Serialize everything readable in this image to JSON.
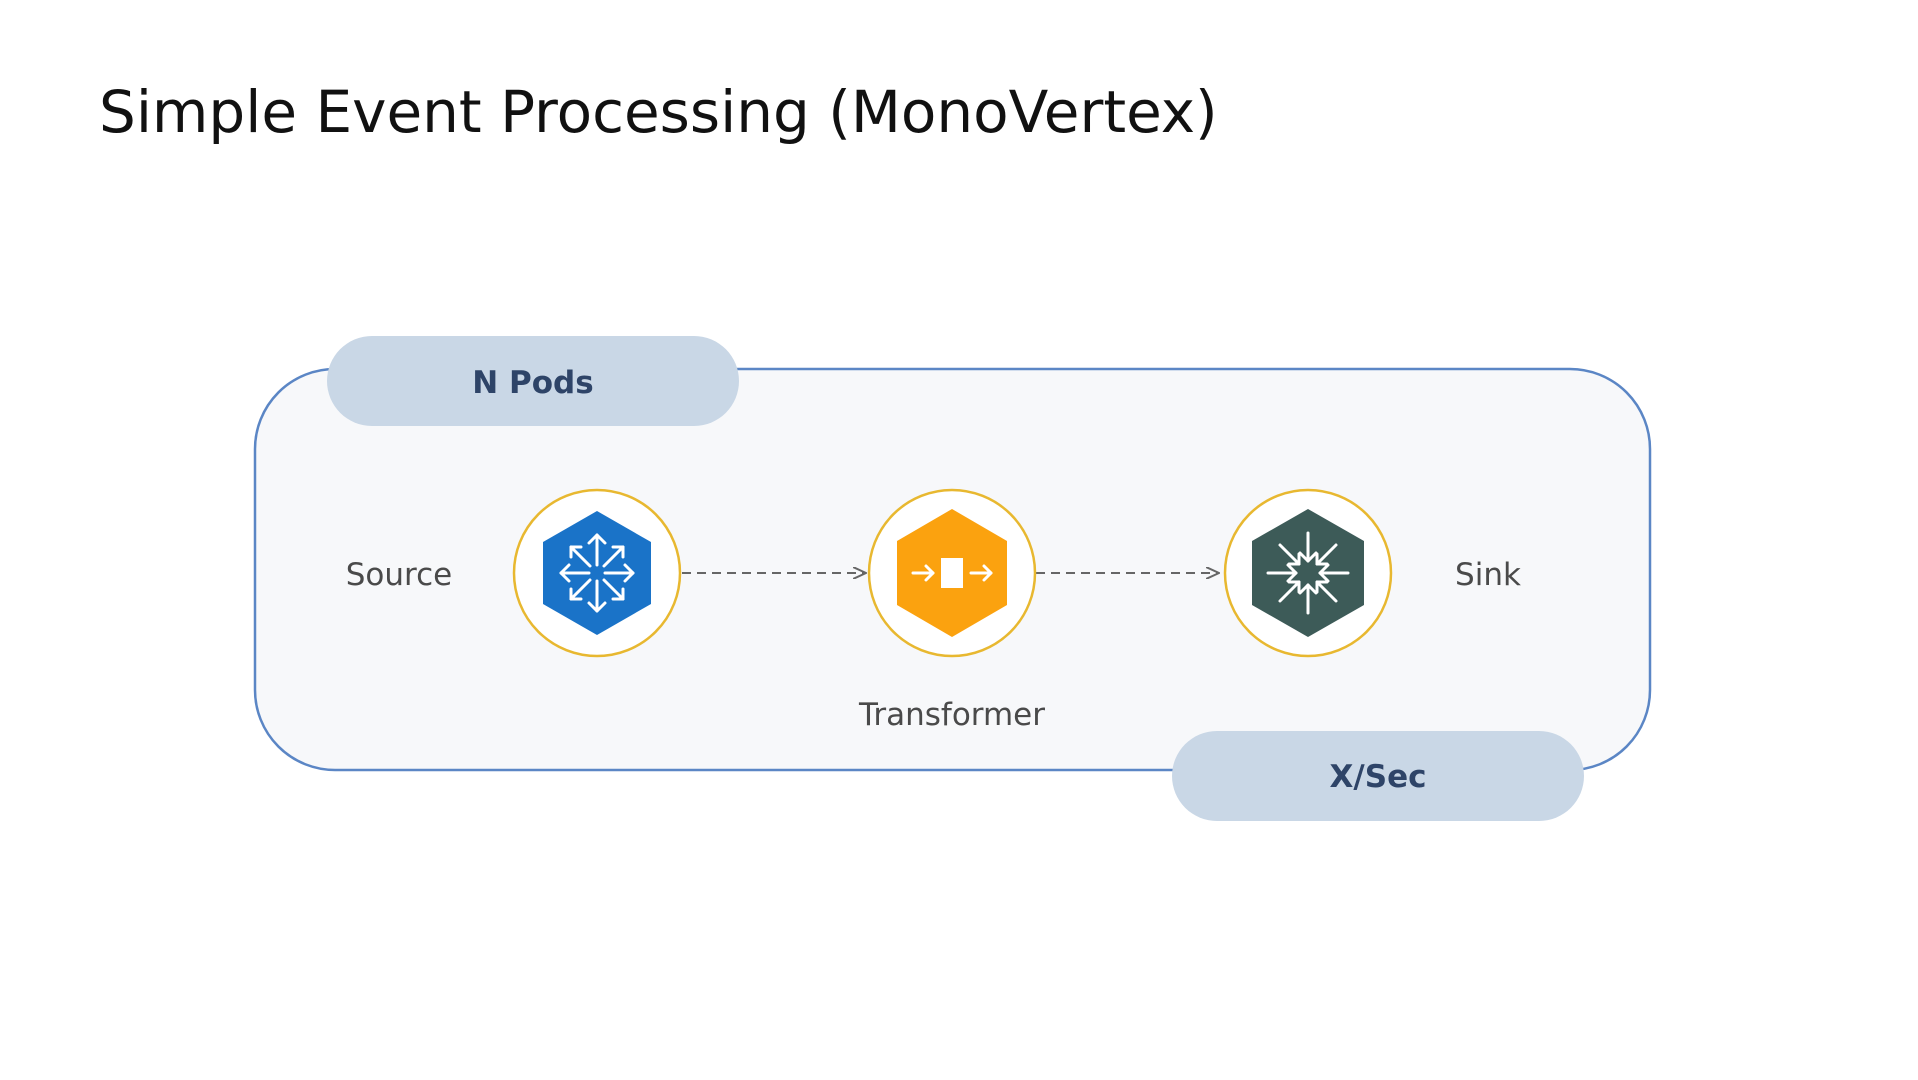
{
  "title": "Simple Event Processing (MonoVertex)",
  "badges": {
    "top": "N Pods",
    "bottom": "X/Sec"
  },
  "nodes": {
    "source": "Source",
    "transformer": "Transformer",
    "sink": "Sink"
  },
  "icons": {
    "source": "expand-arrows-icon",
    "transformer": "transform-box-icon",
    "sink": "collapse-arrows-icon"
  },
  "colors": {
    "container_border": "#5b86c5",
    "container_fill": "#f7f8fa",
    "badge_fill": "#c9d7e6",
    "badge_text": "#2e4468",
    "ring": "#e8b830",
    "source": "#1a73c8",
    "transformer": "#fba20f",
    "sink": "#3d5b58",
    "connector": "#666666"
  }
}
